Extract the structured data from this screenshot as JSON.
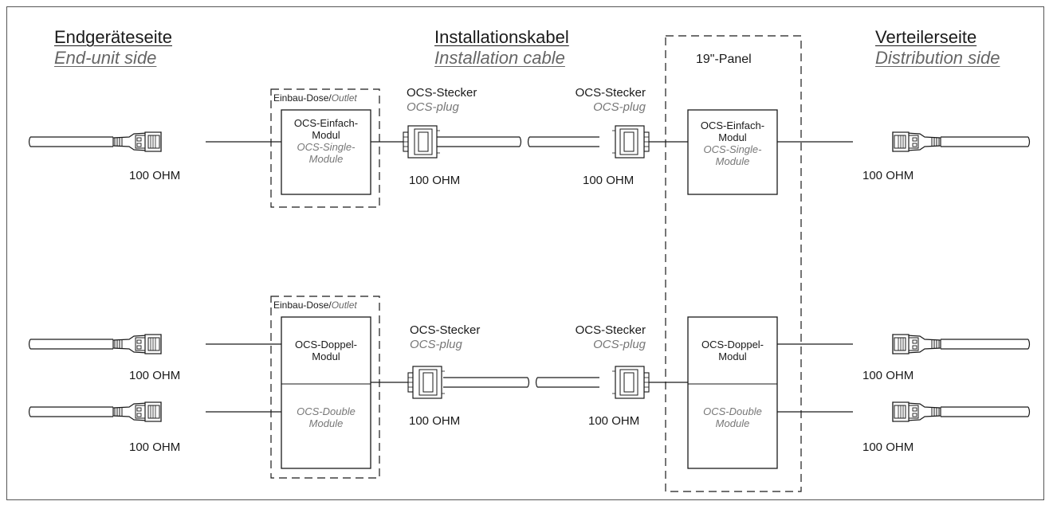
{
  "headers": {
    "end_unit_de": "Endgeräteseite",
    "end_unit_en": "End-unit side",
    "cable_de": "Installationskabel",
    "cable_en": "Installation cable",
    "distribution_de": "Verteilerseite",
    "distribution_en": "Distribution side"
  },
  "outlet": {
    "de": "Einbau-Dose/",
    "en": "Outlet"
  },
  "panel": {
    "title": "19\"-Panel"
  },
  "single_module": {
    "de_line1": "OCS-Einfach-",
    "de_line2": "Modul",
    "en_line1": "OCS-Single-",
    "en_line2": "Module"
  },
  "double_module": {
    "de_line1": "OCS-Doppel-",
    "de_line2": "Modul",
    "en_line1": "OCS-Double",
    "en_line2": "Module"
  },
  "plug": {
    "de": "OCS-Stecker",
    "en": "OCS-plug"
  },
  "impedance": "100 OHM",
  "colors": {
    "line": "#1a1a1a",
    "english_text": "#777777",
    "frame": "#555555"
  }
}
